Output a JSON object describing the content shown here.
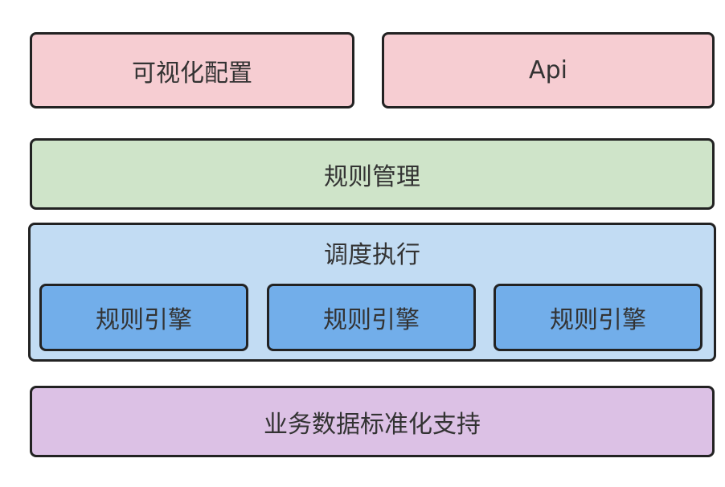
{
  "layers": {
    "visual_config": "可视化配置",
    "api": "Api",
    "rule_management": "规则管理",
    "scheduling": {
      "label": "调度执行",
      "engines": [
        "规则引擎",
        "规则引擎",
        "规则引擎"
      ]
    },
    "data_standardization": "业务数据标准化支持"
  },
  "colors": {
    "pink": "#f6cdd2",
    "green": "#cfe4c9",
    "light_blue": "#c2dcf3",
    "blue": "#72aeea",
    "purple": "#dcc1e5",
    "border": "#222222"
  }
}
